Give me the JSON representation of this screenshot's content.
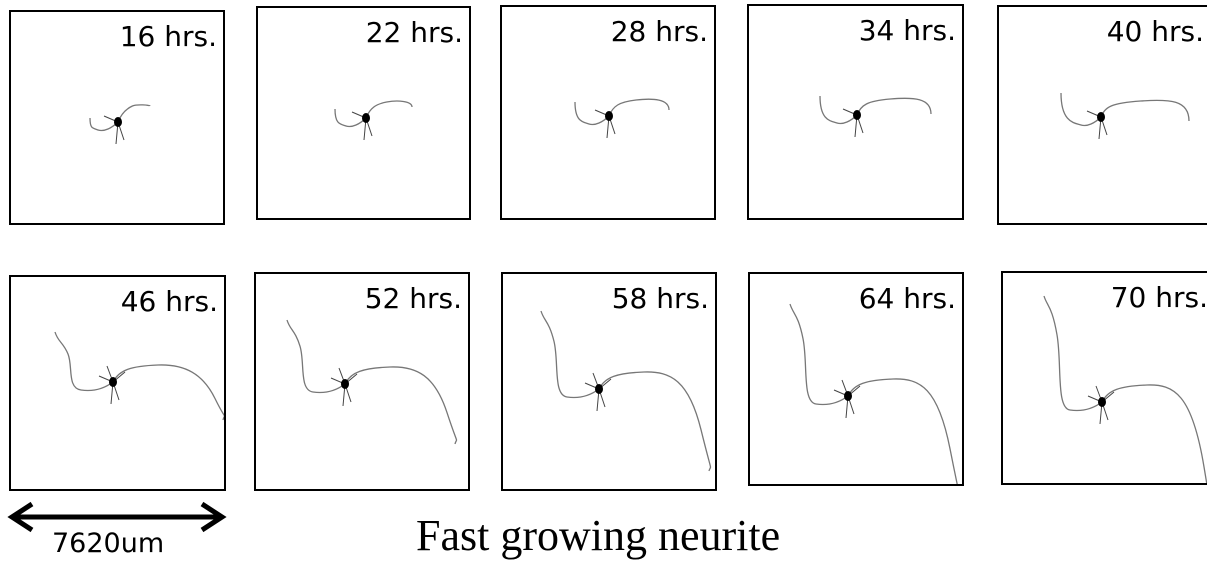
{
  "panels": [
    {
      "label": "16 hrs.",
      "stage": 0
    },
    {
      "label": "22 hrs.",
      "stage": 1
    },
    {
      "label": "28 hrs.",
      "stage": 2
    },
    {
      "label": "34 hrs.",
      "stage": 3
    },
    {
      "label": "40 hrs.",
      "stage": 4
    },
    {
      "label": "46 hrs.",
      "stage": 5
    },
    {
      "label": "52 hrs.",
      "stage": 6
    },
    {
      "label": "58 hrs.",
      "stage": 7
    },
    {
      "label": "64 hrs.",
      "stage": 8
    },
    {
      "label": "70 hrs.",
      "stage": 9
    }
  ],
  "scale": {
    "label": "7620um"
  },
  "caption": "Fast growing neurite",
  "colors": {
    "frame": "#000000",
    "neurite": "#777777",
    "soma": "#000000"
  }
}
